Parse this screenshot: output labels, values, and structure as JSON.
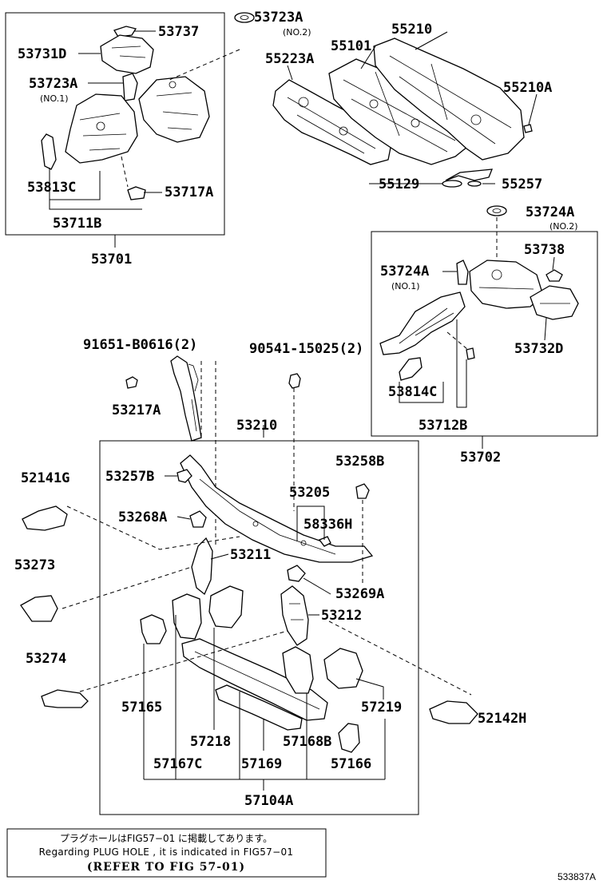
{
  "labels": {
    "p53737": "53737",
    "p53723A_top": "53723A",
    "p53723A_top_sub": "(NO.2)",
    "p53731D": "53731D",
    "p53723A_left": "53723A",
    "p53723A_left_sub": "(NO.1)",
    "p53813C": "53813C",
    "p53717A": "53717A",
    "p53711B": "53711B",
    "p53701": "53701",
    "p55210": "55210",
    "p55101": "55101",
    "p55223A": "55223A",
    "p55210A": "55210A",
    "p55129": "55129",
    "p55257": "55257",
    "p53724A_top": "53724A",
    "p53724A_top_sub": "(NO.2)",
    "p53724A_box": "53724A",
    "p53724A_box_sub": "(NO.1)",
    "p53738": "53738",
    "p53732D": "53732D",
    "p53814C": "53814C",
    "p53712B": "53712B",
    "p53702": "53702",
    "p91651": "91651-B0616(2)",
    "p90541": "90541-15025(2)",
    "p53217A": "53217A",
    "p53210": "53210",
    "p52141G": "52141G",
    "p53257B": "53257B",
    "p53258B": "53258B",
    "p53205": "53205",
    "p53268A": "53268A",
    "p58336H": "58336H",
    "p53211": "53211",
    "p53273": "53273",
    "p53269A": "53269A",
    "p53212": "53212",
    "p53274": "53274",
    "p57165": "57165",
    "p57219": "57219",
    "p52142H": "52142H",
    "p57218": "57218",
    "p57168B": "57168B",
    "p57167C": "57167C",
    "p57169": "57169",
    "p57166": "57166",
    "p57104A": "57104A"
  },
  "note": {
    "jp": "プラグホールはFIG57−01 に掲載してあります。",
    "en": "Regarding PLUG HOLE , it is indicated in FIG57−01",
    "ref": "(REFER TO FIG 57-01)"
  },
  "figure_code": "533837A"
}
